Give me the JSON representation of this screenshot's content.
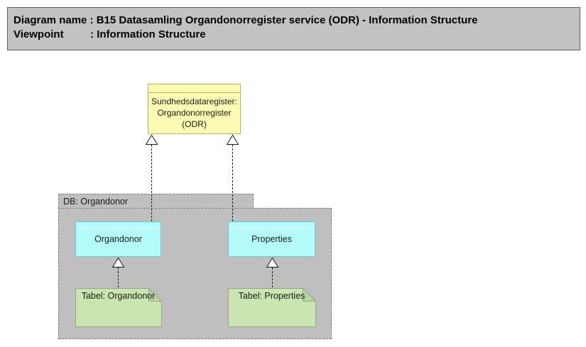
{
  "header": {
    "line1": "Diagram name : B15 Datasamling Organdonorregister service (ODR) - Information Structure",
    "line2": "Viewpoint         : Information Structure"
  },
  "nodes": {
    "register": {
      "label": "Sundhedsdataregister:\nOrgandonorregister\n(ODR)",
      "fill": "#FBFBB1",
      "border": "#B0B068"
    },
    "group": {
      "label": "DB: Organdonor",
      "fill": "#BFBFBF",
      "border": "#7F7F7F"
    },
    "entity_organdonor": {
      "label": "Organdonor",
      "fill": "#B3FAFB",
      "border": "#70C3CF"
    },
    "entity_properties": {
      "label": "Properties",
      "fill": "#B3FAFB",
      "border": "#70C3CF"
    },
    "table_organdonor": {
      "label": "Tabel: Organdonor",
      "fill": "#C9E5B0",
      "border": "#97A487"
    },
    "table_properties": {
      "label": "Tabel: Properties",
      "fill": "#C9E5B0",
      "border": "#97A487"
    }
  },
  "relations": [
    {
      "type": "realization",
      "from": "entity_organdonor",
      "to": "register",
      "line_style": "dashed",
      "arrowhead": "hollow-triangle"
    },
    {
      "type": "realization",
      "from": "entity_properties",
      "to": "register",
      "line_style": "dashed",
      "arrowhead": "hollow-triangle"
    },
    {
      "type": "realization",
      "from": "table_organdonor",
      "to": "entity_organdonor",
      "line_style": "dashed",
      "arrowhead": "hollow-triangle"
    },
    {
      "type": "realization",
      "from": "table_properties",
      "to": "entity_properties",
      "line_style": "dashed",
      "arrowhead": "hollow-triangle"
    }
  ]
}
